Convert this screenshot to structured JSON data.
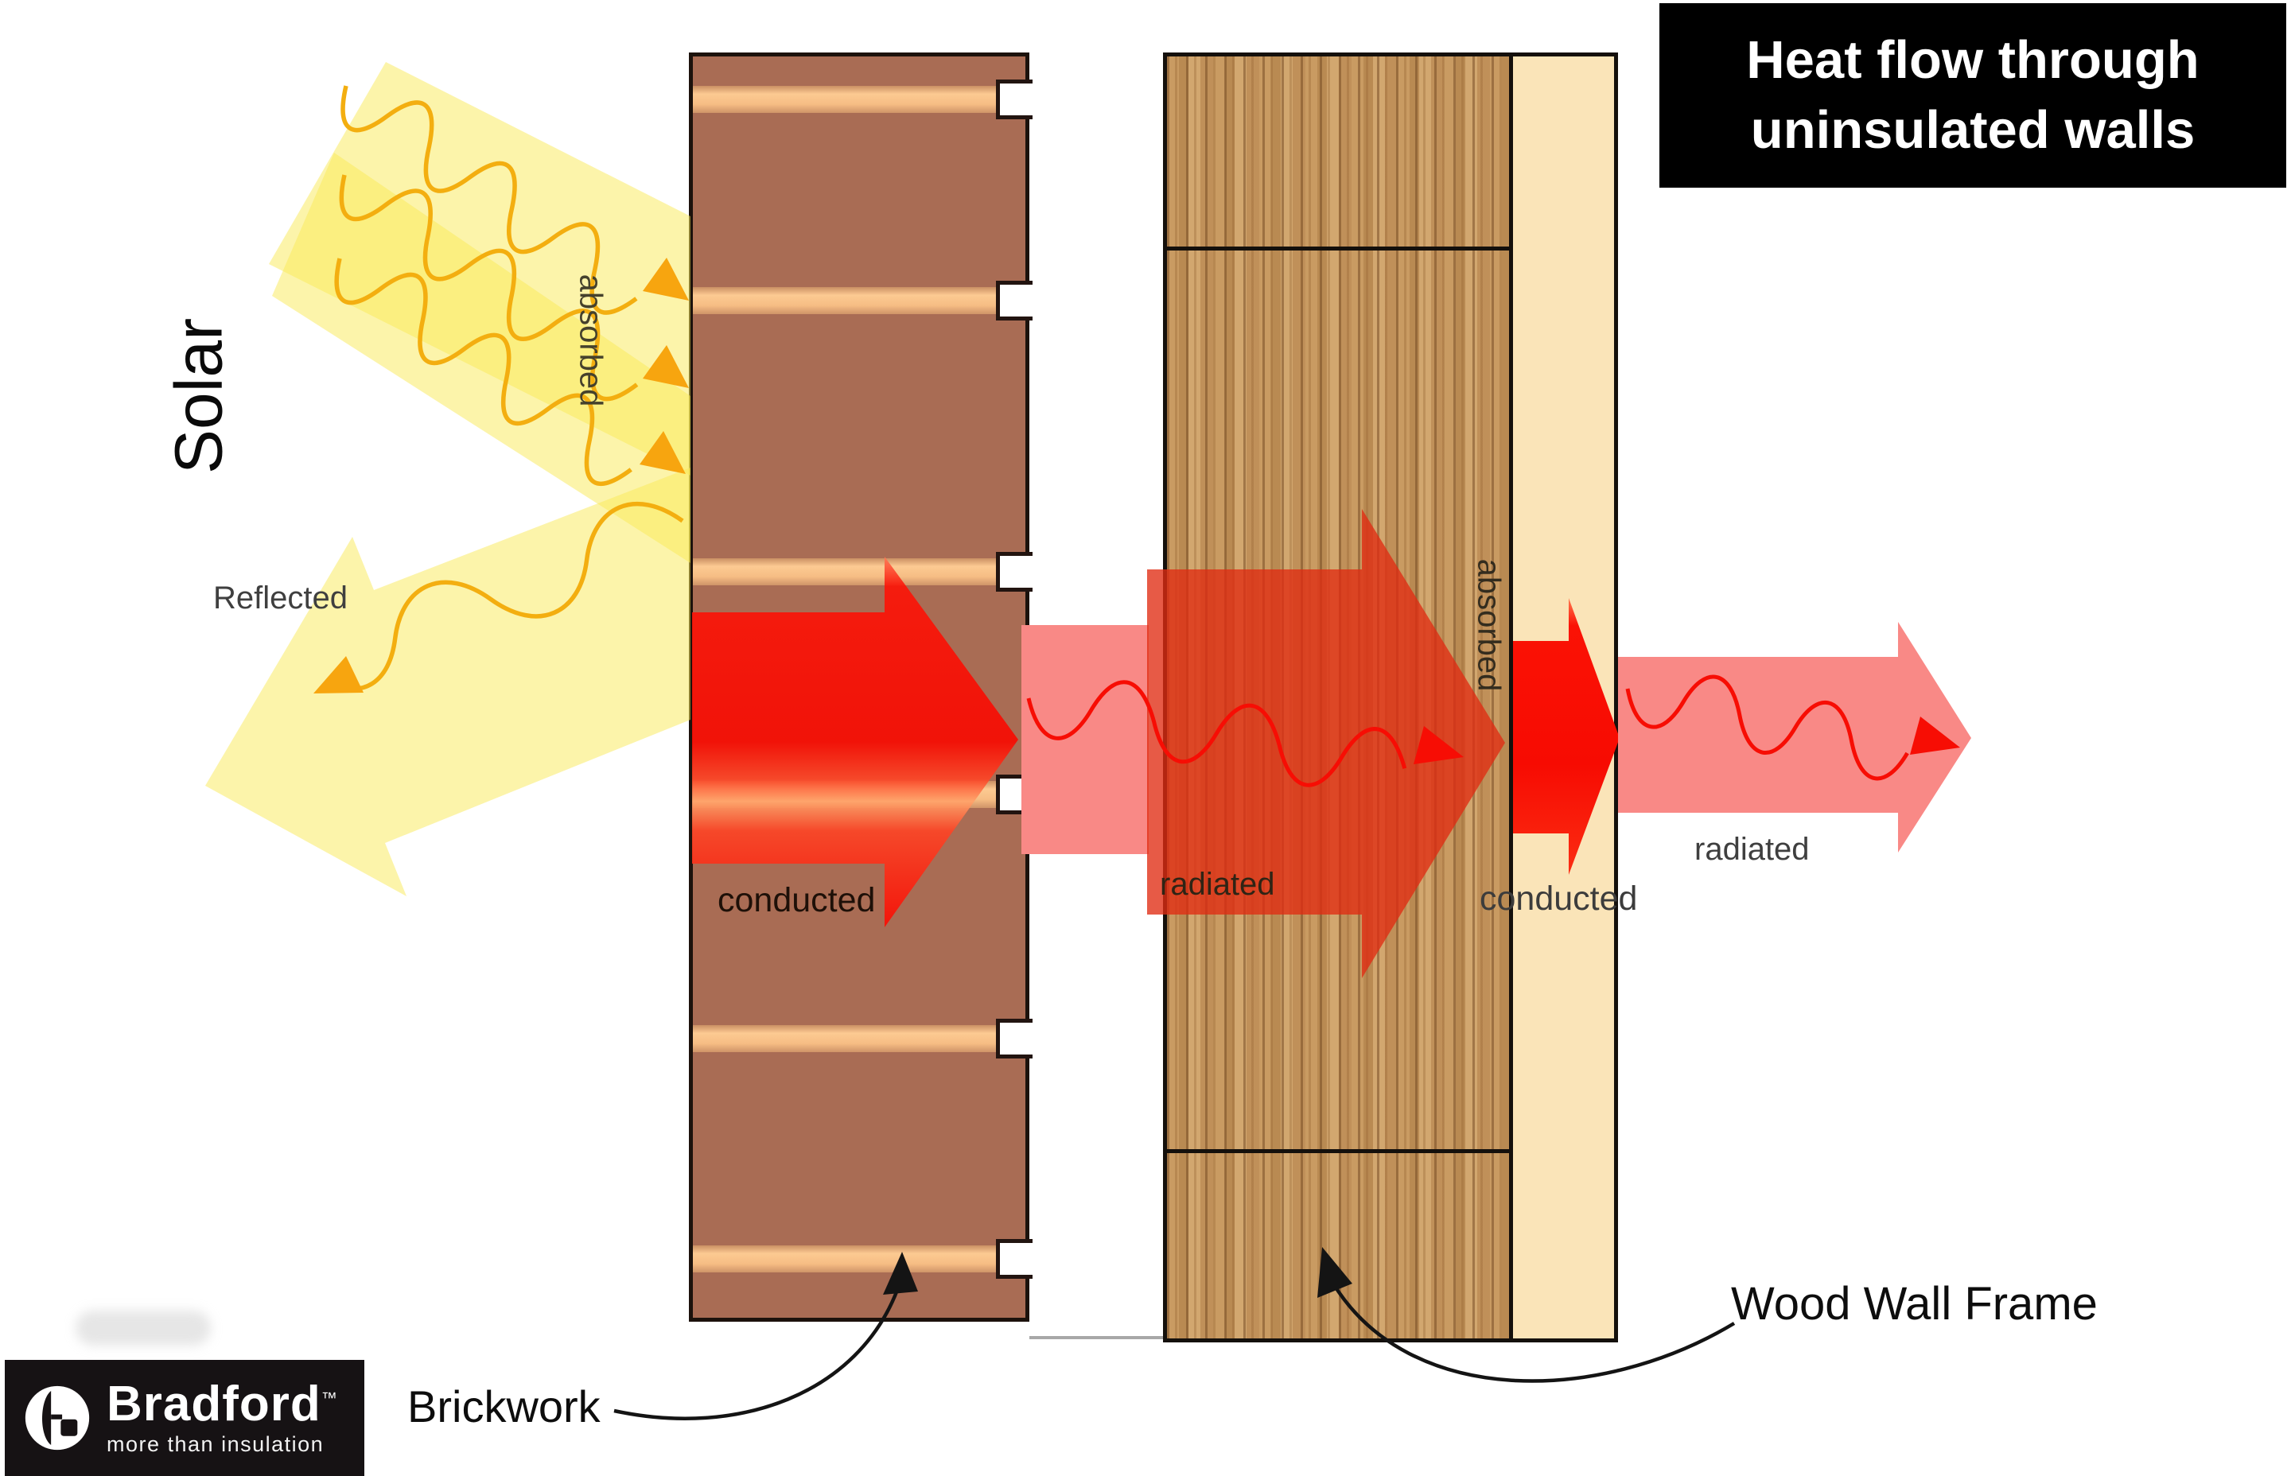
{
  "title": {
    "line1": "Heat flow through",
    "line2": "uninsulated walls"
  },
  "annotations": {
    "solar": "Solar",
    "absorbed_outer": "absorbed",
    "reflected": "Reflected",
    "conducted_brick": "conducted",
    "radiated_cavity": "radiated",
    "absorbed_frame": "absorbed",
    "conducted_lining": "conducted",
    "radiated_room": "radiated",
    "brickwork": "Brickwork",
    "wood_wall_frame": "Wood Wall Frame"
  },
  "logo": {
    "brand": "Bradford",
    "trademark": "™",
    "tagline": "more than insulation"
  },
  "colors": {
    "title_bg": "#000000",
    "title_text": "#ffffff",
    "brick": "#a96c54",
    "mortar": "#f6bd84",
    "wood": "#c99b62",
    "lining": "#fae4b8",
    "solar_beam_yellow": "#fcf4aa",
    "solar_wave_orange": "#f3ae10",
    "heat_red": "#f80c03",
    "radiated_pink": "#f98986",
    "outline_black": "#14100c"
  }
}
